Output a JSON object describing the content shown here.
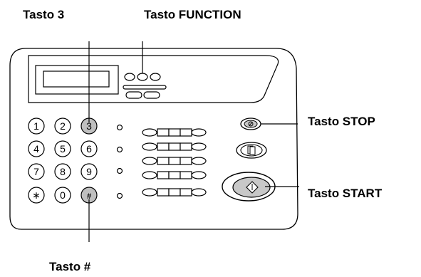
{
  "callouts": {
    "key3": "Tasto 3",
    "function": "Tasto FUNCTION",
    "stop": "Tasto STOP",
    "start": "Tasto START",
    "hash": "Tasto #"
  },
  "keypad": {
    "keys": [
      "1",
      "2",
      "3",
      "4",
      "5",
      "6",
      "7",
      "8",
      "9",
      "∗",
      "0",
      "#"
    ]
  },
  "colors": {
    "outline": "#000000",
    "highlight_key": "#bfbfbf",
    "panel": "#ffffff"
  },
  "icons": {
    "stop": "stop-icon",
    "copy": "copy-icon",
    "start": "start-diamond-icon"
  }
}
